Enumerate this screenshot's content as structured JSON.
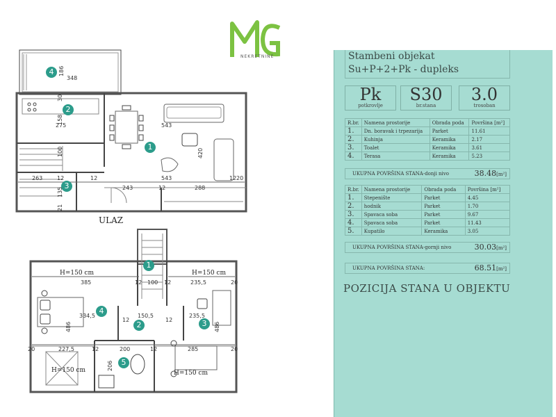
{
  "logo": {
    "letters": "MG",
    "sub": "NEKRETNINE"
  },
  "header": {
    "line1": "Stambeni objekat",
    "line2": "Su+P+2+Pk - dupleks"
  },
  "boxes": [
    {
      "big": "Pk",
      "small": "potkrovlje"
    },
    {
      "big": "S30",
      "small": "br.stana"
    },
    {
      "big": "3.0",
      "small": "trosoban"
    }
  ],
  "table_headers": {
    "rb": "R.br.",
    "name": "Namena prostorije",
    "floor": "Obrada poda",
    "area": "Površina [m²]"
  },
  "lower": {
    "rows": [
      {
        "rb": "1.",
        "name": "Dn. boravak i trpezarija",
        "floor": "Parket",
        "area": "11.61"
      },
      {
        "rb": "2.",
        "name": "Kuhinja",
        "floor": "Keramika",
        "area": "2.17"
      },
      {
        "rb": "3.",
        "name": "Toalet",
        "floor": "Keramika",
        "area": "3.61"
      },
      {
        "rb": "4.",
        "name": "Terasa",
        "floor": "Keramika",
        "area": "5.23"
      }
    ],
    "total_label": "UKUPNA POVRŠINA STANA-donji nivo",
    "total_value": "38.48",
    "unit": "[m²]"
  },
  "upper": {
    "rows": [
      {
        "rb": "1.",
        "name": "Stepenište",
        "floor": "Parket",
        "area": "4.45"
      },
      {
        "rb": "2.",
        "name": "hodnik",
        "floor": "Parket",
        "area": "1.70"
      },
      {
        "rb": "3.",
        "name": "Spavaca soba",
        "floor": "Parket",
        "area": "9.67"
      },
      {
        "rb": "4.",
        "name": "Spavaca soba",
        "floor": "Parket",
        "area": "11.43"
      },
      {
        "rb": "5.",
        "name": "Kupatilo",
        "floor": "Keramika",
        "area": "3.05"
      }
    ],
    "total_label": "UKUPNA POVRŠINA STANA-gornji nivo",
    "total_value": "30.03",
    "unit": "[m²]"
  },
  "grand_total": {
    "label": "UKUPNA POVRŠINA STANA:",
    "value": "68.51",
    "unit": "[m²]"
  },
  "position_title": "POZICIJA STANA U OBJEKTU",
  "entrance": "ULAZ",
  "ground_plan": {
    "room_numbers": [
      "4",
      "2",
      "1",
      "3"
    ],
    "dims": [
      "348",
      "275",
      "543",
      "263",
      "243",
      "288",
      "543",
      "12",
      "12",
      "20",
      "420",
      "100",
      "135",
      "30",
      "158",
      "21",
      "186",
      "12",
      "12"
    ]
  },
  "upper_plan": {
    "room_numbers": [
      "1",
      "4",
      "2",
      "3",
      "5"
    ],
    "heights": [
      "H=150 cm",
      "H=150 cm",
      "H=150 cm",
      "H=150 cm"
    ],
    "dims": [
      "385",
      "12",
      "100",
      "12",
      "235,5",
      "20",
      "334,5",
      "150,5",
      "235,5",
      "486",
      "486",
      "12",
      "12",
      "20",
      "227,5",
      "12",
      "200",
      "12",
      "285",
      "20",
      "206"
    ]
  },
  "colors": {
    "panel": "#a6dcd2",
    "accent": "#2c9c8b",
    "logo_green": "#7cc242"
  }
}
